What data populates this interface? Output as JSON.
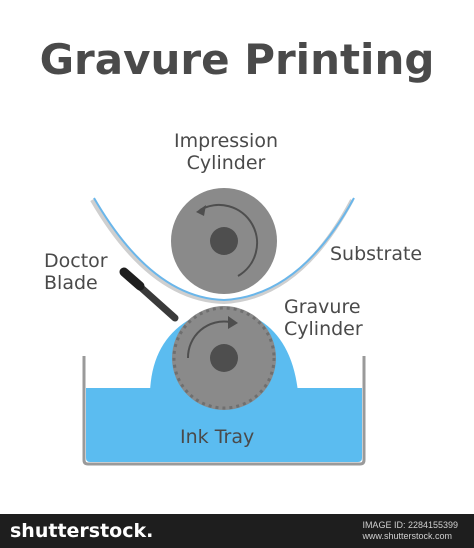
{
  "title": "Gravure Printing",
  "labels": {
    "impression_cylinder_line1": "Impression",
    "impression_cylinder_line2": "Cylinder",
    "substrate": "Substrate",
    "doctor_blade_line1": "Doctor",
    "doctor_blade_line2": "Blade",
    "gravure_cylinder_line1": "Gravure",
    "gravure_cylinder_line2": "Cylinder",
    "ink_tray": "Ink Tray"
  },
  "footer": {
    "brand": "shutterstock",
    "brand_suffix": ".",
    "image_id": "IMAGE ID: 2284155399",
    "site": "www.shutterstock.com"
  },
  "colors": {
    "text": "#4a4a4a",
    "cylinder": "#8a8a8a",
    "hub": "#4e4e4e",
    "ink": "#5bbcf0",
    "substrate": "#6ab6ea",
    "tray": "#9a9a9a",
    "footer": "#1e1e1e"
  }
}
